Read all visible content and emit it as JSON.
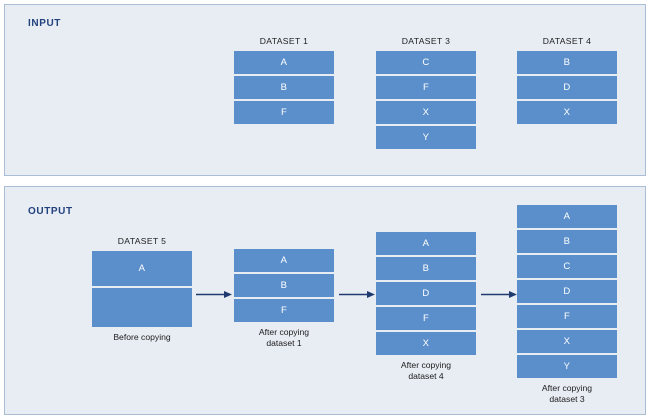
{
  "diagram": {
    "colors": {
      "panel_background": "#e8edf4",
      "panel_border": "#a9bdd5",
      "cell_blue": "#5b8fcb",
      "label_navy": "#22417e",
      "arrow_navy": "#1f3a6e",
      "text_dark": "#1c1c1c",
      "cell_text": "#ffffff",
      "page_background": "#ffffff"
    },
    "input": {
      "label": "INPUT",
      "datasets": [
        {
          "title": "DATASET 1",
          "cells": [
            "A",
            "B",
            "F"
          ]
        },
        {
          "title": "DATASET 3",
          "cells": [
            "C",
            "F",
            "X",
            "Y"
          ]
        },
        {
          "title": "DATASET 4",
          "cells": [
            "B",
            "D",
            "X"
          ]
        }
      ]
    },
    "output": {
      "label": "OUTPUT",
      "steps": [
        {
          "title": "DATASET 5",
          "cells": [
            "A",
            ""
          ],
          "caption": "Before copying"
        },
        {
          "title": "",
          "cells": [
            "A",
            "B",
            "F"
          ],
          "caption": "After copying\ndataset 1"
        },
        {
          "title": "",
          "cells": [
            "A",
            "B",
            "D",
            "F",
            "X"
          ],
          "caption": "After copying\ndataset 4"
        },
        {
          "title": "",
          "cells": [
            "A",
            "B",
            "C",
            "D",
            "F",
            "X",
            "Y"
          ],
          "caption": "After copying\ndataset 3"
        }
      ],
      "arrows": [
        {
          "name": "arrow-1"
        },
        {
          "name": "arrow-2"
        },
        {
          "name": "arrow-3"
        }
      ]
    }
  }
}
